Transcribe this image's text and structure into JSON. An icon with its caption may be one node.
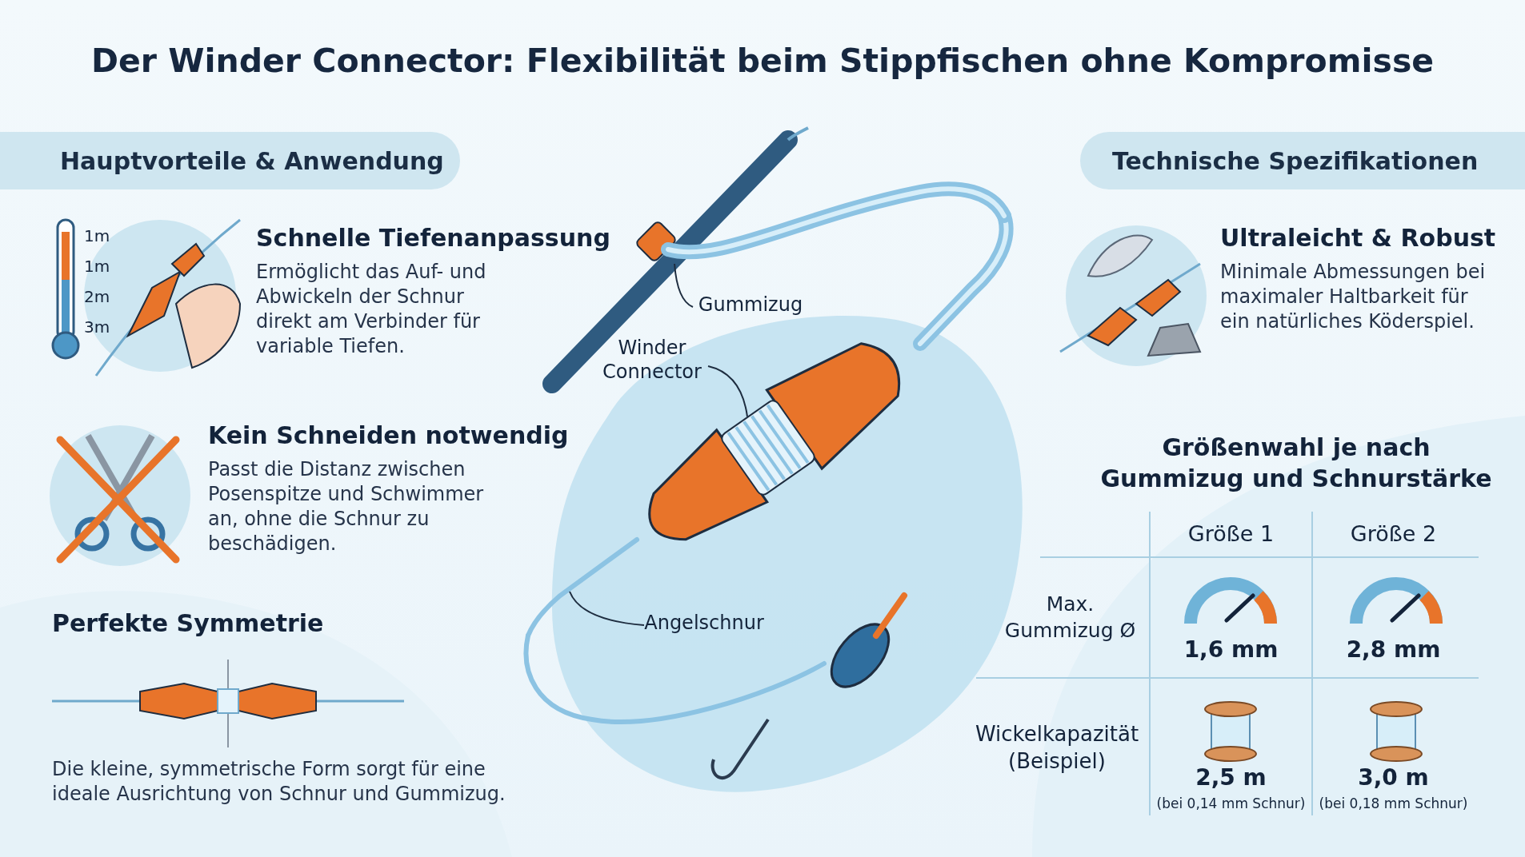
{
  "diagram": {
    "title": "Der Winder Connector: Flexibilität beim Stippfischen ohne Kompromisse",
    "nodes": [
      {
        "text": [
          "Hauptvorteile & Anwendung"
        ]
      },
      {
        "text": [
          "Technische Spezifikationen"
        ]
      },
      {
        "text": [
          "Schnelle Tiefenanpassung",
          "Ermöglicht das Auf- und Abwickeln der Schnur direkt am Verbinder für variable Tiefen."
        ]
      },
      {
        "text": [
          "Kein Schneiden notwendig",
          "Passt die Distanz zwischen Posenspitze und Schwimmer an, ohne die Schnur zu beschädigen."
        ]
      },
      {
        "text": [
          "Perfekte Symmetrie",
          "Die kleine, symmetrische Form sorgt für eine ideale Ausrichtung von Schnur und Gummizug."
        ]
      },
      {
        "text": [
          "Ultraleicht & Robust",
          "Minimale Abmessungen bei maximaler Haltbarkeit für ein natürliches Köderspiel."
        ]
      },
      {
        "text": [
          "Gummizug"
        ]
      },
      {
        "text": [
          "Winder Connector"
        ]
      },
      {
        "text": [
          "Angelschnur"
        ]
      },
      {
        "text": [],
        "shape": "picture"
      },
      {
        "text": [],
        "shape": "picture"
      },
      {
        "text": [],
        "shape": "picture"
      }
    ],
    "edges": [
      {
        "from": 6,
        "to": 9,
        "arrow": "none"
      },
      {
        "from": 7,
        "to": 10,
        "arrow": "none"
      },
      {
        "from": 8,
        "to": 11,
        "arrow": "none"
      }
    ],
    "labels": [
      "1m",
      "1m",
      "2m",
      "3m",
      "Größenwahl je nach Gummizug und Schnurstärke",
      "Größe 1",
      "Größe 2",
      "Max. Gummizug Ø",
      "1,6 mm",
      "2,8 mm",
      "Wickelkapazität (Beispiel)",
      "2,5 m",
      "(bei 0,14 mm Schnur)",
      "3,0 m",
      "(bei 0,18 mm Schnur)"
    ]
  }
}
